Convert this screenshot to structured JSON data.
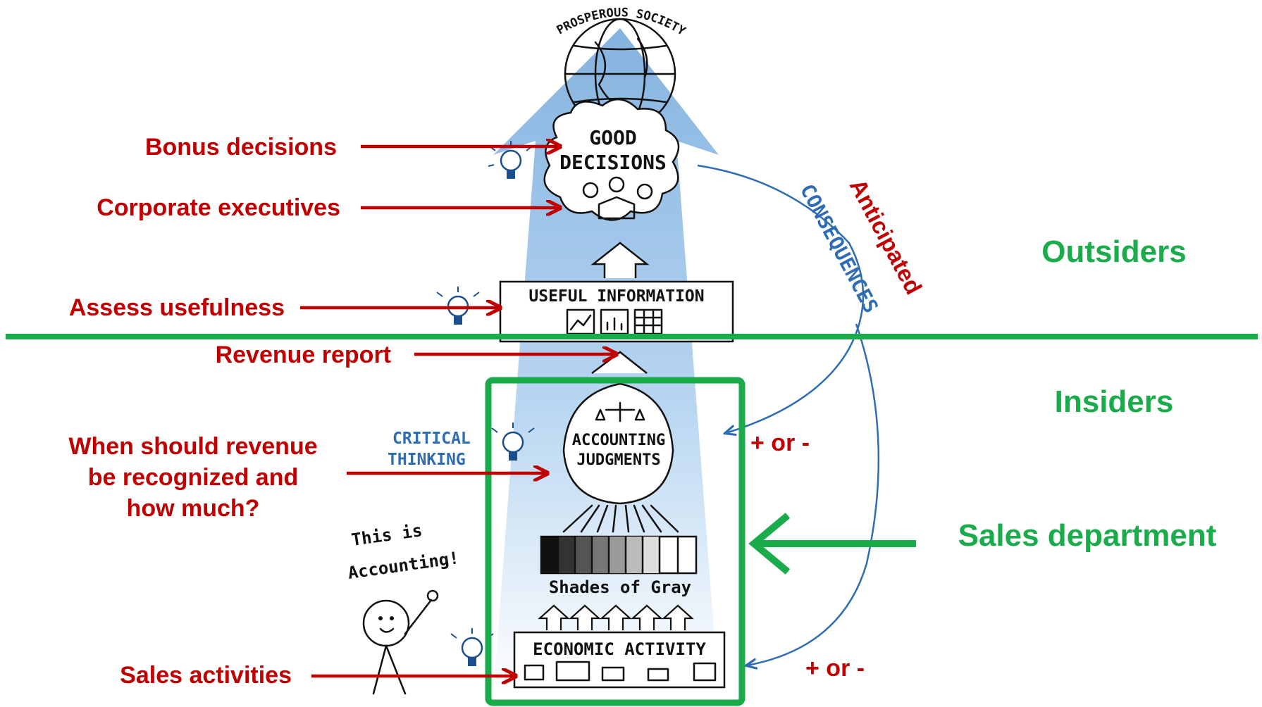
{
  "diagram": {
    "top_label": "PROSPEROUS SOCIETY",
    "good_decisions": [
      "GOOD",
      "DECISIONS"
    ],
    "useful_information": "USEFUL INFORMATION",
    "accounting_judgments": [
      "ACCOUNTING",
      "JUDGMENTS"
    ],
    "critical_thinking": [
      "CRITICAL",
      "THINKING"
    ],
    "shades_of_gray": "Shades of Gray",
    "economic_activity": "ECONOMIC ACTIVITY",
    "this_is_accounting": [
      "This is",
      "Accounting!"
    ],
    "anticipated": "Anticipated",
    "consequences": "CONSEQUENCES",
    "plus_minus_top": "+ or -",
    "plus_minus_bottom": "+ or -"
  },
  "labels": {
    "bonus_decisions": "Bonus decisions",
    "corporate_executives": "Corporate executives",
    "assess_usefulness": "Assess usefulness",
    "revenue_report": "Revenue report",
    "when_revenue": [
      "When should revenue",
      "be recognized and",
      "how much?"
    ],
    "sales_activities": "Sales activities"
  },
  "regions": {
    "outsiders": "Outsiders",
    "insiders": "Insiders",
    "sales_department": "Sales department"
  },
  "colors": {
    "red": "#c00000",
    "green": "#1aab4b",
    "blue_arrow": "#2e6db4",
    "light_blue": "#8fbce6"
  }
}
